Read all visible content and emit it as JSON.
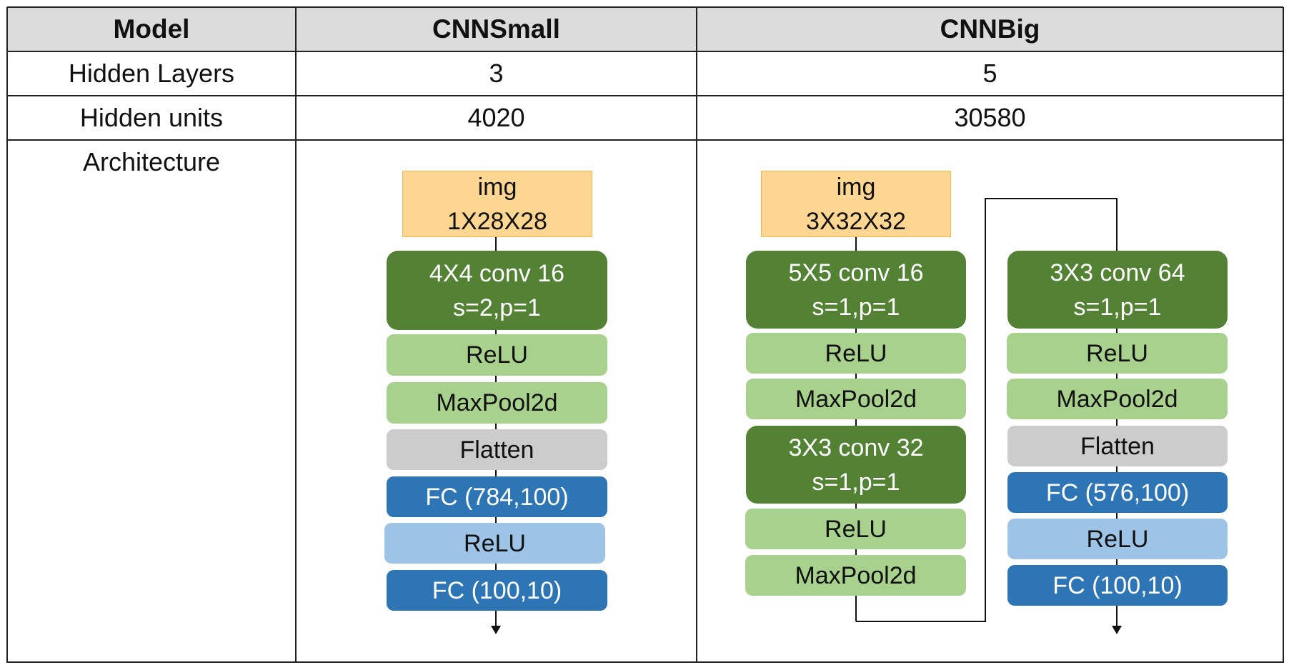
{
  "header": {
    "model": "Model",
    "small": "CNNSmall",
    "big": "CNNBig"
  },
  "rows": {
    "hidden_layers": {
      "label": "Hidden Layers",
      "small": "3",
      "big": "5"
    },
    "hidden_units": {
      "label": "Hidden units",
      "small": "4020",
      "big": "30580"
    },
    "architecture": {
      "label": "Architecture"
    }
  },
  "small_arch": {
    "input": {
      "line1": "img",
      "line2": "1X28X28"
    },
    "conv1": {
      "line1": "4X4 conv 16",
      "line2": "s=2,p=1"
    },
    "relu1": "ReLU",
    "pool1": "MaxPool2d",
    "flatten": "Flatten",
    "fc1": "FC (784,100)",
    "relu2": "ReLU",
    "fc2": "FC (100,10)"
  },
  "big_arch": {
    "input": {
      "line1": "img",
      "line2": "3X32X32"
    },
    "conv1": {
      "line1": "5X5 conv 16",
      "line2": "s=1,p=1"
    },
    "relu1": "ReLU",
    "pool1": "MaxPool2d",
    "conv2": {
      "line1": "3X3 conv 32",
      "line2": "s=1,p=1"
    },
    "relu2": "ReLU",
    "pool2": "MaxPool2d",
    "conv3": {
      "line1": "3X3 conv 64",
      "line2": "s=1,p=1"
    },
    "relu3": "ReLU",
    "pool3": "MaxPool2d",
    "flatten": "Flatten",
    "fc1": "FC (576,100)",
    "relu4": "ReLU",
    "fc2": "FC (100,10)"
  },
  "colors": {
    "header_bg": "#dcdcdc",
    "input": "#fdd692",
    "conv": "#548235",
    "relu_green": "#a9d18e",
    "flatten": "#cccccc",
    "fc": "#2e75b6",
    "relu_blue": "#9dc3e6"
  }
}
